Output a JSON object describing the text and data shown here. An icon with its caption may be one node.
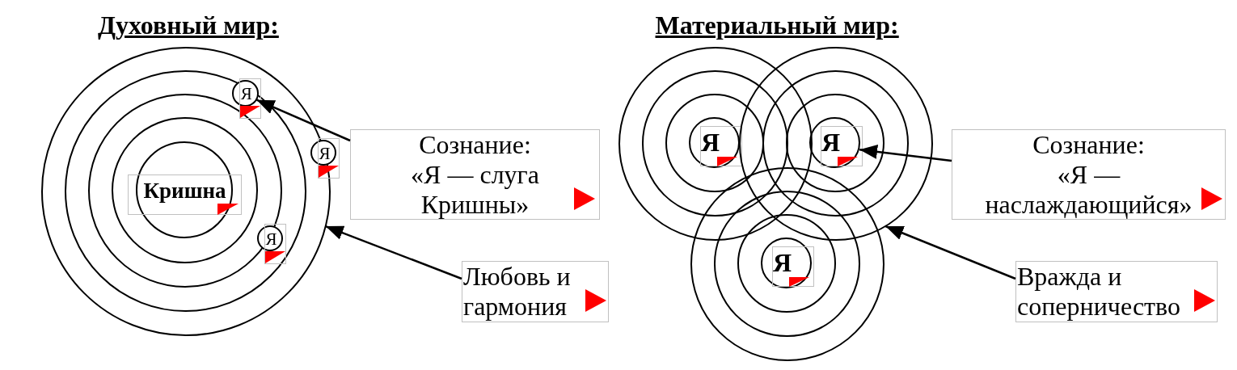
{
  "diagram": {
    "nodes": [
      {
        "text": [],
        "shape": "circle"
      },
      {
        "text": [],
        "shape": "circle",
        "in": 0
      },
      {
        "text": [],
        "shape": "circle",
        "in": 1
      },
      {
        "text": [],
        "shape": "circle",
        "in": 2
      },
      {
        "text": [
          "Кришна"
        ],
        "in": 3
      },
      {
        "text": [
          "Я"
        ],
        "in": 1
      },
      {
        "text": [
          "Я"
        ]
      },
      {
        "text": [
          "Я"
        ],
        "in": 1
      },
      {
        "text": [
          "Сознание:",
          "«Я — слуга Кришны»"
        ]
      },
      {
        "text": [
          "Любовь и гармония"
        ]
      },
      {
        "text": [],
        "shape": "circle"
      },
      {
        "text": [],
        "shape": "circle",
        "in": 10
      },
      {
        "text": [],
        "shape": "circle",
        "in": 11
      },
      {
        "text": [
          "Я"
        ],
        "in": 12
      },
      {
        "text": [],
        "shape": "circle"
      },
      {
        "text": [],
        "shape": "circle",
        "in": 14
      },
      {
        "text": [],
        "shape": "circle",
        "in": 15
      },
      {
        "text": [
          "Я"
        ],
        "in": 16
      },
      {
        "text": [],
        "shape": "circle"
      },
      {
        "text": [],
        "shape": "circle",
        "in": 18
      },
      {
        "text": [],
        "shape": "circle",
        "in": 19
      },
      {
        "text": [
          "Я"
        ],
        "in": 20
      },
      {
        "text": [
          "Сознание:",
          "«Я — наслаждающийся»"
        ]
      },
      {
        "text": [
          "Вражда и соперничество"
        ]
      }
    ],
    "edges": [
      {
        "from": 8,
        "to": 5,
        "arrow": "to"
      },
      {
        "from": 9,
        "to": 0,
        "arrow": "to"
      },
      {
        "from": 22,
        "to": 17,
        "arrow": "to"
      },
      {
        "from": 23,
        "to": 14,
        "arrow": "to"
      }
    ],
    "labels": [
      "Духовный мир:",
      "Материальный мир:"
    ]
  }
}
